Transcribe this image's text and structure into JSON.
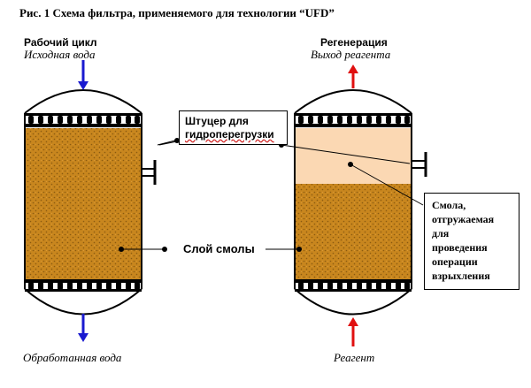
{
  "title": "Рис. 1  Схема фильтра, применяемого для технологии “UFD”",
  "left_filter": {
    "mode_label": "Рабочий цикл",
    "inlet_label": "Исходная вода",
    "outlet_label": "Обработанная вода"
  },
  "right_filter": {
    "mode_label": "Регенерация",
    "outlet_label": "Выход реагента",
    "inlet_label": "Реагент"
  },
  "annotations": {
    "nozzle": [
      "Штуцер для",
      "гидроперегрузки"
    ],
    "resin_layer": "Слой смолы",
    "shipped_resin": [
      "Смола,",
      "отгружаемая",
      "для",
      "проведения",
      "операции",
      "взрыхления"
    ]
  },
  "colors": {
    "resin": "#c8861e",
    "resin_speckle": "#8a5a10",
    "resin_light": "#fbd8b3",
    "water_arrow": "#1a1ad0",
    "reagent_arrow": "#e01010"
  },
  "icons": [
    "arrow-down-icon",
    "arrow-up-icon",
    "nozzle-icon",
    "distributor-plate-icon"
  ]
}
